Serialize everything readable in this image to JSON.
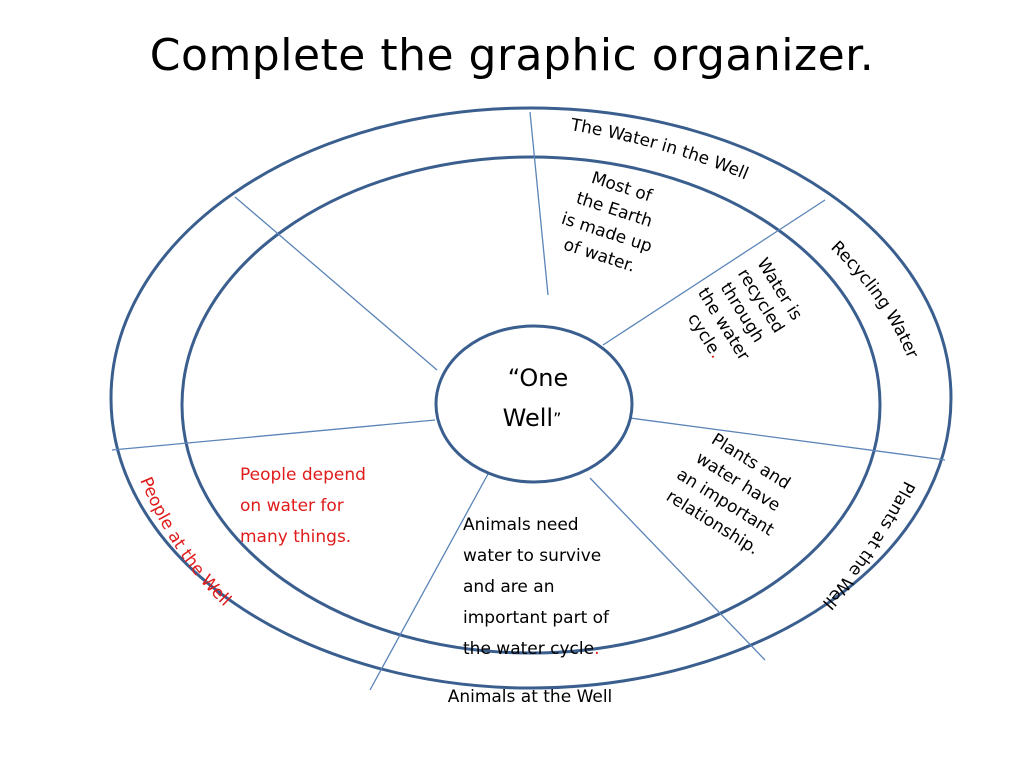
{
  "title": "Complete the graphic organizer.",
  "colors": {
    "ring": "#3a5f8f",
    "spoke": "#5b84b8",
    "red": "#e01b1b",
    "text": "#000000"
  },
  "center": {
    "line1": "“One",
    "line2": "Well",
    "close_quote": "”"
  },
  "sections": {
    "water": {
      "label": "The Water in the Well",
      "text": [
        "Most of",
        "the Earth",
        "is made up",
        "of water."
      ]
    },
    "recycling": {
      "label": "Recycling Water",
      "text": [
        "Water is",
        "recycled",
        "through",
        "the water",
        "cycle"
      ],
      "period": "."
    },
    "plants": {
      "label": "Plants at the Well",
      "text": [
        "Plants and",
        "water have",
        "an important",
        "relationship."
      ]
    },
    "animals": {
      "label": "Animals at the Well",
      "text": [
        "Animals need",
        "water to survive",
        "and are an",
        "important part of",
        "the water cycle"
      ],
      "period": "."
    },
    "people": {
      "label": "People at the Well",
      "text": [
        "People depend",
        "on water for",
        "many things."
      ]
    }
  }
}
